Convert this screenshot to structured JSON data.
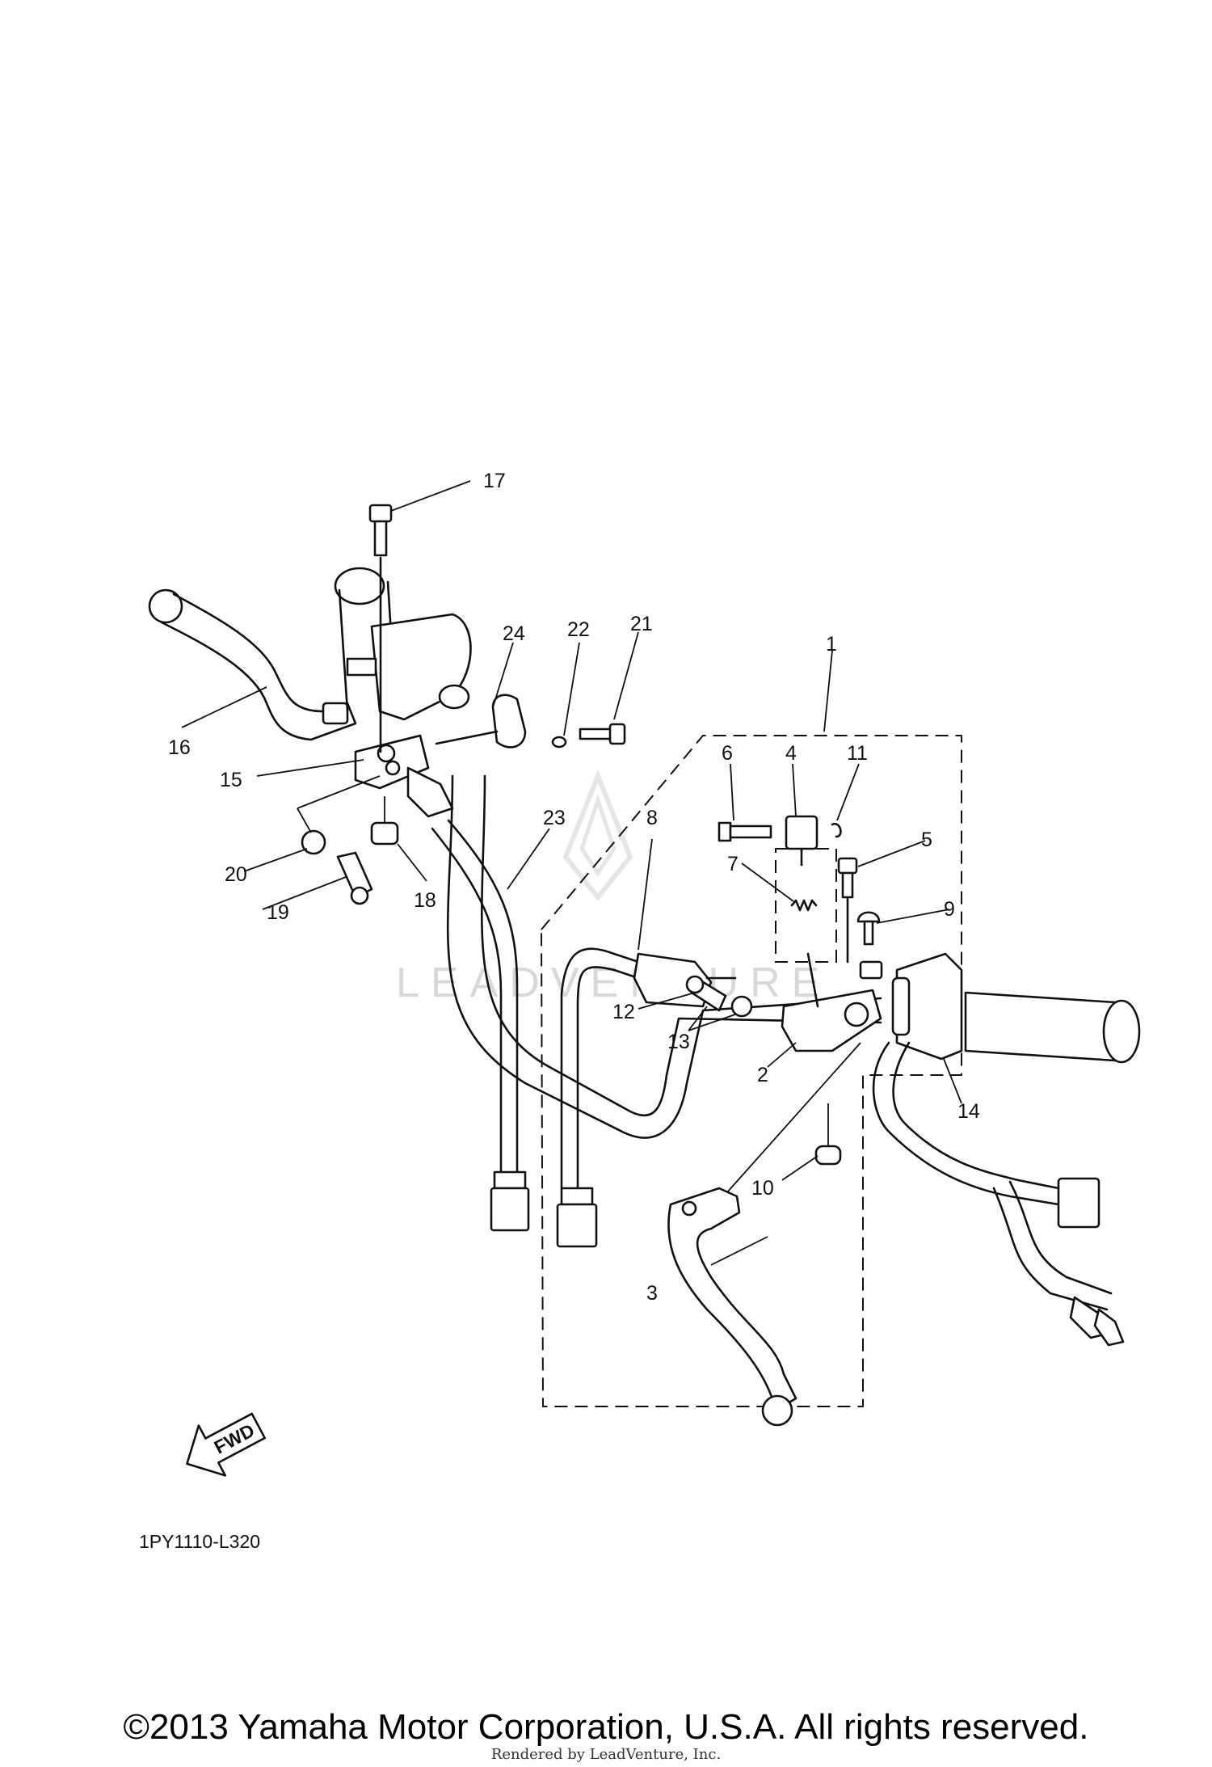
{
  "diagram": {
    "callouts": [
      "1",
      "2",
      "3",
      "4",
      "5",
      "6",
      "7",
      "8",
      "9",
      "10",
      "11",
      "12",
      "13",
      "14",
      "15",
      "16",
      "17",
      "18",
      "19",
      "20",
      "21",
      "22",
      "23",
      "24"
    ],
    "fwd_label": "FWD",
    "drawing_code": "1PY1110-L320",
    "watermark": "LEADVENTURE"
  },
  "footer": {
    "copyright": "©2013 Yamaha Motor Corporation, U.S.A. All rights reserved.",
    "rendered_by": "Rendered by LeadVenture, Inc."
  }
}
